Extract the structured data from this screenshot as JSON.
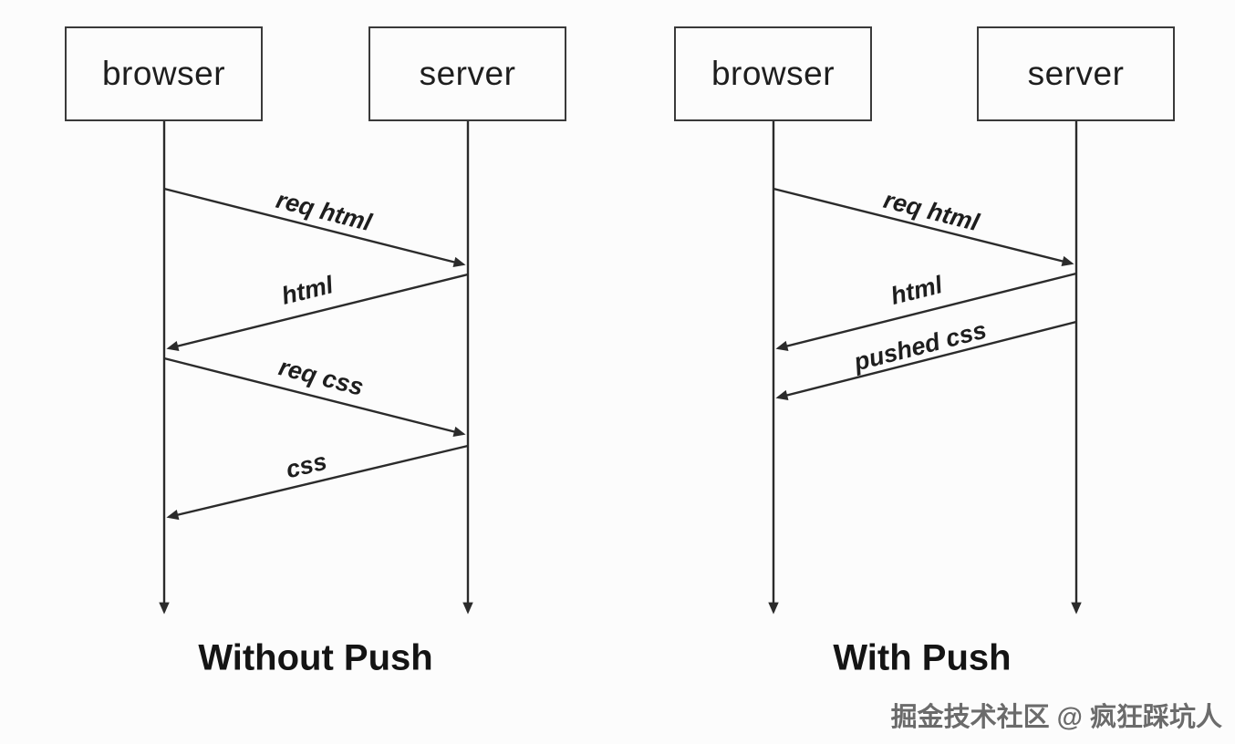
{
  "diagrams": [
    {
      "caption": "Without Push",
      "actors": [
        {
          "label": "browser"
        },
        {
          "label": "server"
        }
      ],
      "messages": [
        {
          "label": "req html",
          "from": "browser",
          "to": "server"
        },
        {
          "label": "html",
          "from": "server",
          "to": "browser"
        },
        {
          "label": "req css",
          "from": "browser",
          "to": "server"
        },
        {
          "label": "css",
          "from": "server",
          "to": "browser"
        }
      ]
    },
    {
      "caption": "With Push",
      "actors": [
        {
          "label": "browser"
        },
        {
          "label": "server"
        }
      ],
      "messages": [
        {
          "label": "req html",
          "from": "browser",
          "to": "server"
        },
        {
          "label": "html",
          "from": "server",
          "to": "browser"
        },
        {
          "label": "pushed css",
          "from": "server",
          "to": "browser"
        }
      ]
    }
  ],
  "watermark": "掘金技术社区 @ 疯狂踩坑人",
  "colors": {
    "line": "#2b2b2b",
    "background": "#fcfcfc",
    "text": "#1e1e1e",
    "watermark": "#6b6b6b"
  }
}
